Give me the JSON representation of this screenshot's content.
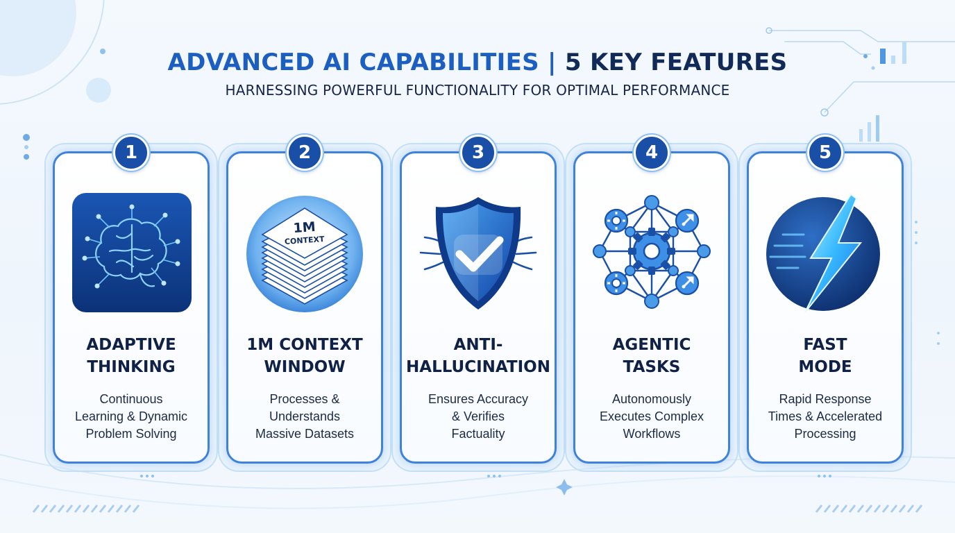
{
  "header": {
    "title_primary": "ADVANCED AI CAPABILITIES | ",
    "title_secondary": "5 KEY FEATURES",
    "subtitle": "HARNESSING POWERFUL FUNCTIONALITY FOR OPTIMAL PERFORMANCE"
  },
  "colors": {
    "primary_blue": "#1d5fc1",
    "navy": "#112a57",
    "badge": "#1a4fa8",
    "card_border": "#3f82dd"
  },
  "features": [
    {
      "number": "1",
      "title_lines": [
        "ADAPTIVE",
        "THINKING"
      ],
      "desc_lines": [
        "Continuous",
        "Learning & Dynamic",
        "Problem Solving"
      ],
      "icon": "brain-circuit-icon"
    },
    {
      "number": "2",
      "title_lines": [
        "1M CONTEXT",
        "WINDOW"
      ],
      "desc_lines": [
        "Processes &",
        "Understands",
        "Massive Datasets"
      ],
      "icon": "document-stack-icon",
      "icon_label_1": "1M",
      "icon_label_2": "CONTEXT"
    },
    {
      "number": "3",
      "title_lines": [
        "ANTI-",
        "HALLUCINATION"
      ],
      "desc_lines": [
        "Ensures Accuracy",
        "& Verifies",
        "Factuality"
      ],
      "icon": "shield-check-icon"
    },
    {
      "number": "4",
      "title_lines": [
        "AGENTIC",
        "TASKS"
      ],
      "desc_lines": [
        "Autonomously",
        "Executes Complex",
        "Workflows"
      ],
      "icon": "network-gears-icon"
    },
    {
      "number": "5",
      "title_lines": [
        "FAST",
        "MODE"
      ],
      "desc_lines": [
        "Rapid Response",
        "Times & Accelerated",
        "Processing"
      ],
      "icon": "lightning-bolt-icon"
    }
  ]
}
